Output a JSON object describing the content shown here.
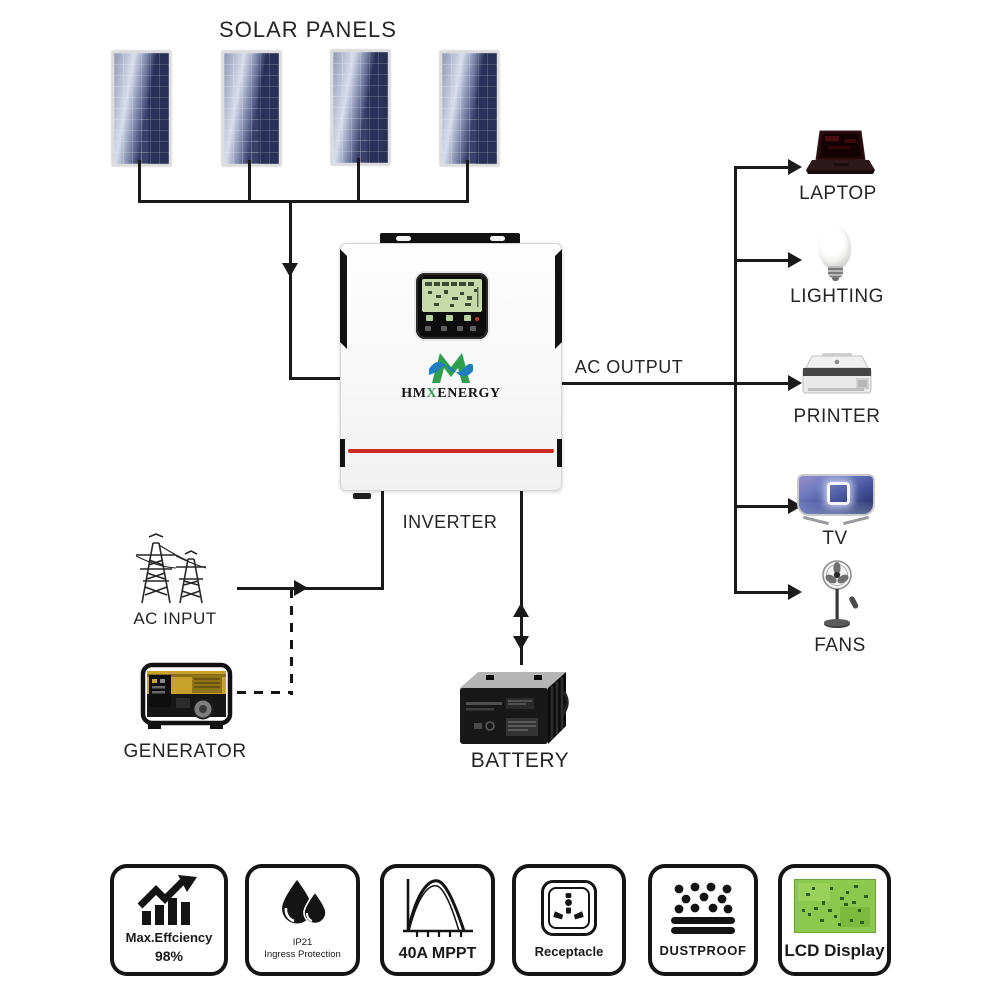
{
  "diagram": {
    "solar_title": "SOLAR PANELS",
    "inverter_label": "INVERTER",
    "ac_input_label": "AC INPUT",
    "generator_label": "GENERATOR",
    "battery_label": "BATTERY",
    "ac_output_label": "AC OUTPUT",
    "brand": {
      "hm": "HM",
      "x": "X",
      "energy": "ENERGY"
    },
    "devices": [
      {
        "id": "laptop",
        "label": "LAPTOP"
      },
      {
        "id": "lighting",
        "label": "LIGHTING"
      },
      {
        "id": "printer",
        "label": "PRINTER"
      },
      {
        "id": "tv",
        "label": "TV"
      },
      {
        "id": "fans",
        "label": "FANS"
      }
    ]
  },
  "badges": [
    {
      "icon": "efficiency-chart-icon",
      "line1": "Max.Effciency",
      "line2": "98%"
    },
    {
      "icon": "water-drops-icon",
      "line1": "IP21",
      "line2": "Ingress Protection"
    },
    {
      "icon": "mppt-curve-icon",
      "line1": "40A MPPT"
    },
    {
      "icon": "receptacle-icon",
      "line1": "Receptacle"
    },
    {
      "icon": "dustproof-icon",
      "line1": "DUSTPROOF"
    },
    {
      "icon": "lcd-display-icon",
      "line1": "LCD Display"
    }
  ],
  "colors": {
    "line": "#1a1a1a",
    "accent_red": "#cf2b24",
    "logo_green": "#2f9e4f",
    "logo_blue": "#1f7ec2",
    "lcd_green": "#8cc84e"
  }
}
